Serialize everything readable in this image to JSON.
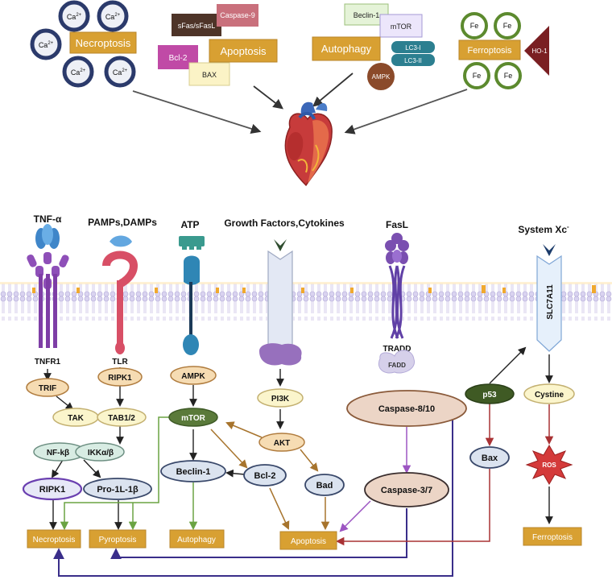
{
  "top": {
    "ion_ca": "Ca",
    "ion_ca_sup": "2+",
    "necroptosis": "Necroptosis",
    "apoptosis": "Apoptosis",
    "caspase9": "Caspase-9",
    "sfas": "sFas/sFasL",
    "bcl2": "Bcl-2",
    "bax": "BAX",
    "autophagy": "Autophagy",
    "beclin1": "Beclin-1",
    "mtor": "mTOR",
    "lc3i": "LC3-I",
    "lc3ii": "LC3-II",
    "ampk": "AMPK",
    "ferroptosis": "Ferroptosis",
    "fe": "Fe",
    "ho1": "HO-1"
  },
  "receptors": {
    "tnf": "TNF-α",
    "tnfr1": "TNFR1",
    "pamps": "PAMPs,DAMPs",
    "tlr": "TLR",
    "atp": "ATP",
    "growth": "Growth Factors,Cytokines",
    "fasl": "FasL",
    "tradd": "TRADD",
    "fadd": "FADD",
    "system_xc": "System Xc",
    "system_xc_sup": "-",
    "slc7a11": "SLC7A11"
  },
  "nodes": {
    "trif": "TRIF",
    "tak": "TAK",
    "ripk1_top": "RIPK1",
    "tab12": "TAB1/2",
    "nfkb": "NF-kβ",
    "ikk": "IKKα/β",
    "ripk1": "RIPK1",
    "pro1l1b": "Pro-1L-1β",
    "ampk": "AMPK",
    "mtor": "mTOR",
    "beclin1": "Beclin-1",
    "bcl2": "Bcl-2",
    "pi3k": "PI3K",
    "akt": "AKT",
    "bad": "Bad",
    "casp810": "Caspase-8/10",
    "casp37": "Caspase-3/7",
    "p53": "p53",
    "bax": "Bax",
    "cystine": "Cystine",
    "ros": "ROS"
  },
  "outcomes": {
    "necroptosis": "Necroptosis",
    "pyroptosis": "Pyroptosis",
    "autophagy": "Autophagy",
    "apoptosis": "Apoptosis",
    "ferroptosis": "Ferroptosis"
  },
  "colors": {
    "box_fill": "#d8a032",
    "oval_peach": "#f6dcb3",
    "oval_grey": "#dbe3ef",
    "oval_lightyellow": "#fbf5cc",
    "oval_mint": "#d8ece3",
    "oval_tan": "#ecd5c6",
    "mtor_green": "#5a7a3a",
    "arrow_brown": "#a7742d",
    "arrow_green": "#6aa342",
    "arrow_red": "#a93234",
    "arrow_purple": "#9c55c2",
    "arrow_navy": "#3a2e8a",
    "ca_ring": "#2b3a6b",
    "fe_ring": "#5c8a2e",
    "membrane_lavender": "#c9c2e6"
  },
  "icons": [
    "heart-icon",
    "tnf-trimer-icon",
    "pamps-icon",
    "atp-icon",
    "growth-factor-icon",
    "fasl-icon",
    "slc7a11-icon"
  ]
}
